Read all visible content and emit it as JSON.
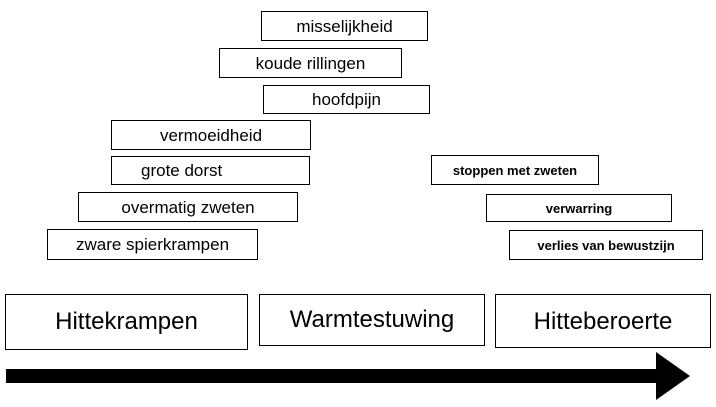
{
  "symptoms": {
    "misselijkheid": "misselijkheid",
    "koude_rillingen": "koude rillingen",
    "hoofdpijn": "hoofdpijn",
    "vermoeidheid": "vermoeidheid",
    "grote_dorst": "grote dorst",
    "overmatig_zweten": "overmatig zweten",
    "zware_spierkrampen": "zware spierkrampen",
    "stoppen_met_zweten": "stoppen met zweten",
    "verwarring": "verwarring",
    "verlies_van_bewustzijn": "verlies van bewustzijn"
  },
  "stages": [
    "Hittekrampen",
    "Warmtestuwing",
    "Hitteberoerte"
  ]
}
